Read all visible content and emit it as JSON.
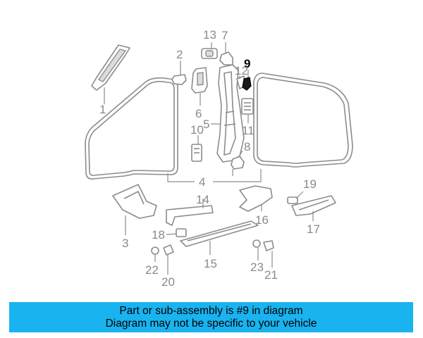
{
  "diagram": {
    "callouts": [
      "1",
      "2",
      "3",
      "4",
      "5",
      "6",
      "7",
      "8",
      "9",
      "10",
      "11",
      "12",
      "13",
      "14",
      "15",
      "16",
      "17",
      "18",
      "19",
      "20",
      "21",
      "22",
      "23"
    ],
    "highlighted_part": "9"
  },
  "banner": {
    "line1": "Part or sub-assembly is #9 in diagram",
    "line2": "Diagram may not be specific to your vehicle",
    "background": "#19b3ef"
  }
}
